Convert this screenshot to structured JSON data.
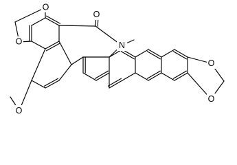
{
  "diagram": {
    "type": "skeletal-chemical-structure",
    "atom_labels": {
      "methylenedioxy_a_top_oxygen": "O",
      "methylenedioxy_a_bottom_oxygen": "O",
      "carbonyl_oxygen": "O",
      "amide_nitrogen": "N",
      "methoxy_oxygen": "O",
      "methylenedioxy_b_top_oxygen": "O",
      "methylenedioxy_b_bottom_oxygen": "O"
    },
    "colors": {
      "bond": "#000000",
      "label": "#000000",
      "background": "#ffffff"
    }
  }
}
